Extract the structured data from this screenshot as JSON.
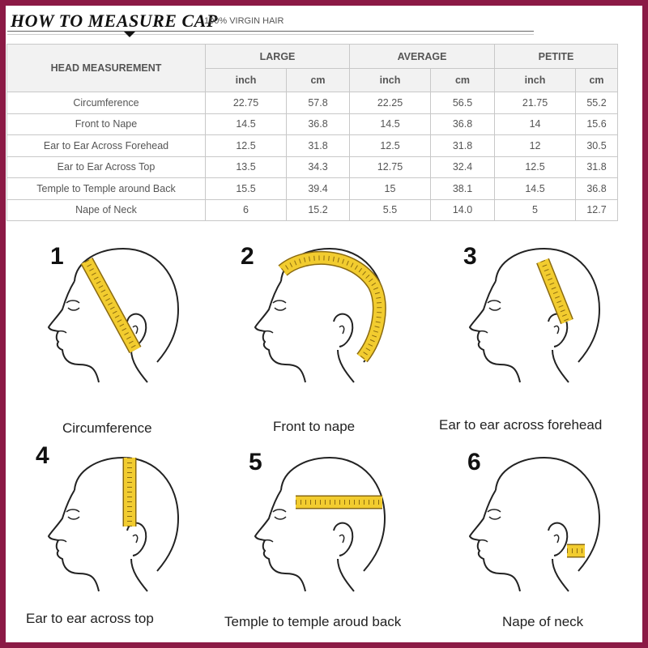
{
  "header": {
    "title": "HOW TO  MEASURE CAP",
    "subtitle": "100% VIRGIN HAIR"
  },
  "table": {
    "corner_label": "HEAD MEASUREMENT",
    "groups": [
      "LARGE",
      "AVERAGE",
      "PETITE"
    ],
    "units": [
      "inch",
      "cm",
      "inch",
      "cm",
      "inch",
      "cm"
    ],
    "rows": [
      {
        "label": "Circumference",
        "values": [
          "22.75",
          "57.8",
          "22.25",
          "56.5",
          "21.75",
          "55.2"
        ]
      },
      {
        "label": "Front to Nape",
        "values": [
          "14.5",
          "36.8",
          "14.5",
          "36.8",
          "14",
          "15.6"
        ]
      },
      {
        "label": "Ear to Ear Across Forehead",
        "values": [
          "12.5",
          "31.8",
          "12.5",
          "31.8",
          "12",
          "30.5"
        ]
      },
      {
        "label": "Ear to Ear Across Top",
        "values": [
          "13.5",
          "34.3",
          "12.75",
          "32.4",
          "12.5",
          "31.8"
        ]
      },
      {
        "label": "Temple to Temple around Back",
        "values": [
          "15.5",
          "39.4",
          "15",
          "38.1",
          "14.5",
          "36.8"
        ]
      },
      {
        "label": "Nape of Neck",
        "values": [
          "6",
          "15.2",
          "5.5",
          "14.0",
          "5",
          "12.7"
        ]
      }
    ]
  },
  "steps": [
    {
      "number": "1",
      "caption": "Circumference"
    },
    {
      "number": "2",
      "caption": "Front to nape"
    },
    {
      "number": "3",
      "caption": "Ear to ear across forehead"
    },
    {
      "number": "4",
      "caption": "Ear to ear across top"
    },
    {
      "number": "5",
      "caption": "Temple to temple aroud back"
    },
    {
      "number": "6",
      "caption": "Nape of neck"
    }
  ],
  "colors": {
    "border": "#8b1a45",
    "tape": "#f2cc2f",
    "tape_edge": "#8a6a10"
  }
}
